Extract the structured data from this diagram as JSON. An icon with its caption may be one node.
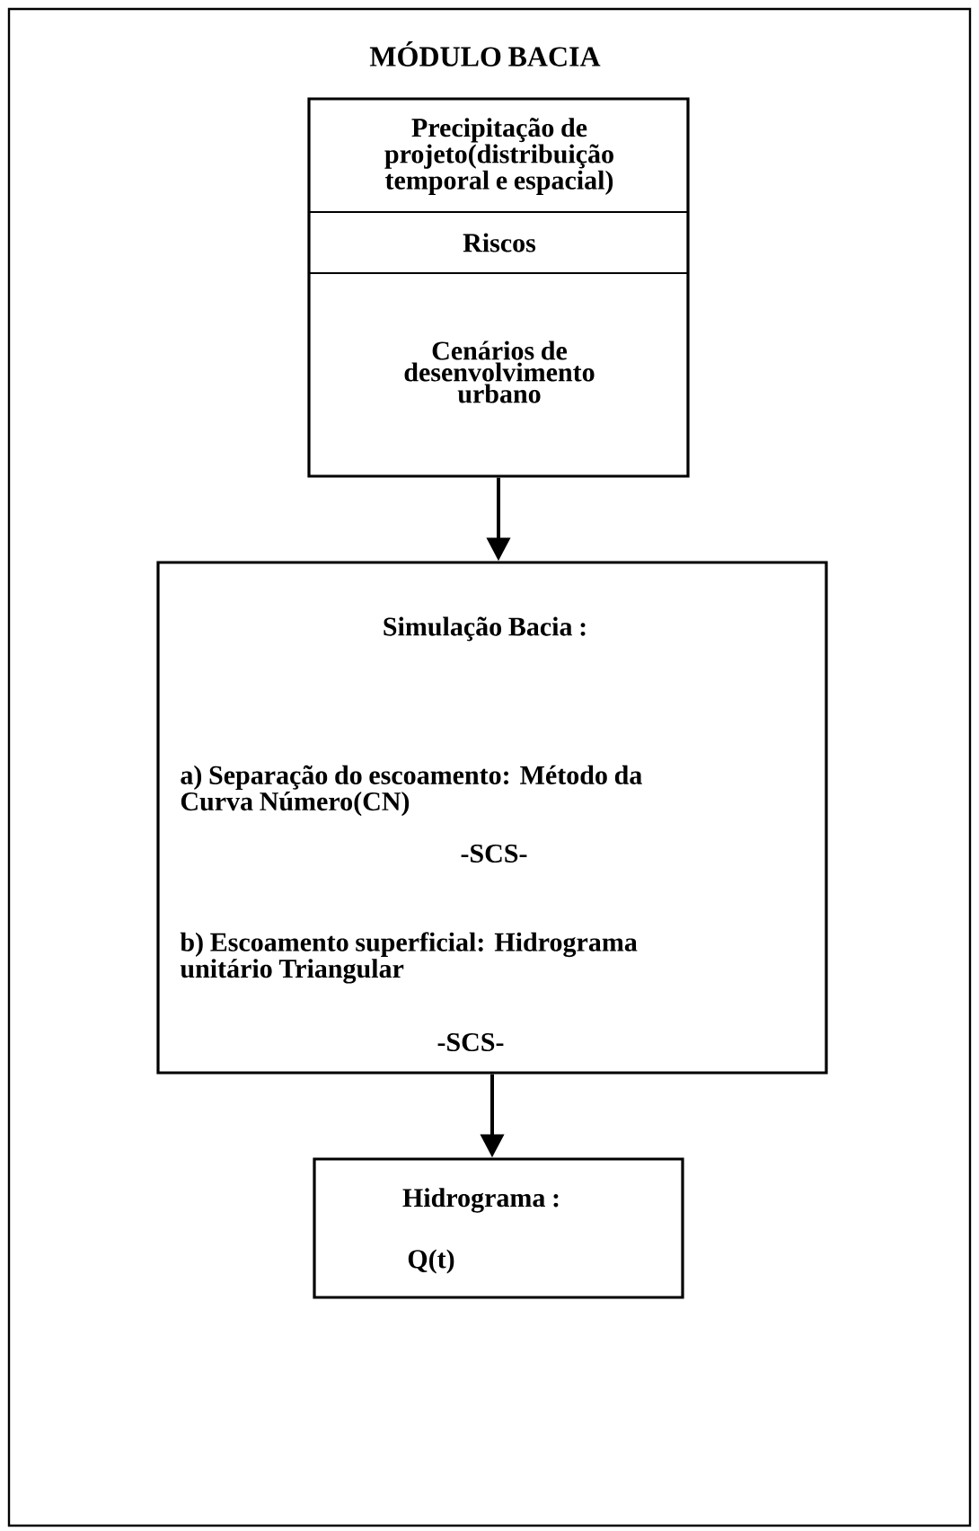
{
  "diagram": {
    "nodes": [
      {
        "text": [
          "MÓDULO BACIA"
        ]
      },
      {
        "text": [
          "Precipitação de projeto(distribuição temporal e espacial)",
          "Riscos",
          "Cenários de desenvolvimento urbano"
        ],
        "in": 0
      },
      {
        "text": [
          "Simulação Bacia :",
          "a) Separação do escoamento: Método da Curva Número(CN)",
          "-SCS-",
          "b) Escoamento superficial: Hidrograma unitário Triangular",
          "-SCS-"
        ],
        "in": 0
      },
      {
        "text": [
          "Hidrograma :",
          "Q(t)"
        ],
        "in": 0
      }
    ],
    "edges": [
      {
        "from": 1,
        "to": 2,
        "arrow": "to"
      },
      {
        "from": 2,
        "to": 3,
        "arrow": "to"
      }
    ]
  }
}
